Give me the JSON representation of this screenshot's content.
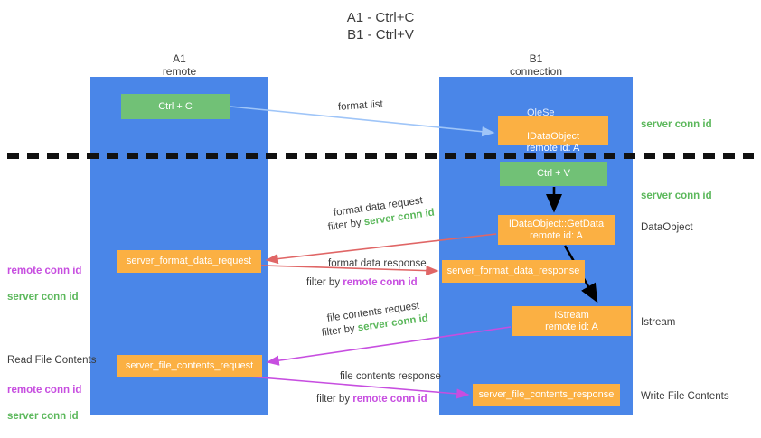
{
  "heading": "A1 - Ctrl+C\nB1 - Ctrl+V",
  "lanes": [
    {
      "id": "a1",
      "title": "A1\nremote",
      "color": "#4a86e8"
    },
    {
      "id": "b1",
      "title": "B1\nconnection",
      "color": "#4a86e8"
    }
  ],
  "colors": {
    "lane": "#4a86e8",
    "green_box": "#71c176",
    "orange_box": "#fbb043",
    "server_conn_id": "#5cb85c",
    "remote_conn_id": "#c74ee0",
    "arrow_blue": "#9fc5f8",
    "arrow_red": "#e06666",
    "arrow_magenta": "#c74ee0",
    "arrow_black": "#000000",
    "text": "#3c3c3c",
    "separator": "#111111"
  },
  "boxes": {
    "ctrl_c": "Ctrl + C",
    "ctrl_v": "Ctrl + V",
    "ole_set_clipboard": "OleSetClipboard",
    "idataobject": "IDataObject",
    "ole_remote_id": "remote id: A",
    "getdata_title": "IDataObject::GetData",
    "getdata_remote_id": "remote id: A",
    "istream_title": "IStream",
    "istream_remote_id": "remote id: A",
    "server_format_data_request": "server_format_data_request",
    "server_format_data_response": "server_format_data_response",
    "server_file_contents_request": "server_file_contents_request",
    "server_file_contents_response": "server_file_contents_response"
  },
  "edge_labels": {
    "format_list": "format list",
    "format_data_request": "format data request",
    "format_data_request_filter_prefix": "filter by ",
    "format_data_request_filter_id": "server conn id",
    "format_data_response": "format data response",
    "format_data_response_filter_prefix": "filter by ",
    "format_data_response_filter_id": "remote conn id",
    "file_contents_request": "file contents request",
    "file_contents_request_filter_prefix": "filter by ",
    "file_contents_request_filter_id": "server conn id",
    "file_contents_response": "file contents response",
    "file_contents_response_filter_prefix": "filter by ",
    "file_contents_response_filter_id": "remote conn id"
  },
  "annotations": {
    "server_conn_id_top": "server conn id",
    "server_conn_id_mid": "server conn id",
    "dataobject": "DataObject",
    "istream": "Istream",
    "write_file_contents": "Write File Contents",
    "read_file_contents": "Read File Contents",
    "remote_conn_id": "remote conn id",
    "server_conn_id": "server conn id"
  }
}
